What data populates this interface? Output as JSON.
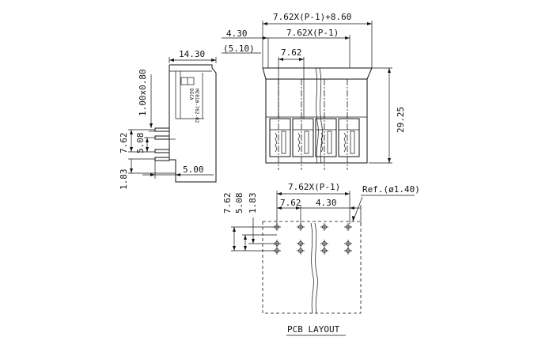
{
  "side_view": {
    "top_width": "14.30",
    "pin_spec": "1.00x0.80",
    "pitch": "7.62",
    "offset": "5.08",
    "bottom": "1.83",
    "bottom_width": "5.00",
    "marking": "DECA\nMC010-762-02"
  },
  "front_view": {
    "overall": "7.62X(P-1)+8.60",
    "span": "7.62X(P-1)",
    "left": "4.30",
    "left_paren": "(5.10)",
    "pitch": "7.62",
    "height": "29.25"
  },
  "pcb_view": {
    "span": "7.62X(P-1)",
    "ref": "Ref.(ø1.40)",
    "pitch": "7.62",
    "edge": "4.30",
    "v1": "7.62",
    "v2": "5.08",
    "v3": "1.83",
    "caption": "PCB LAYOUT"
  }
}
